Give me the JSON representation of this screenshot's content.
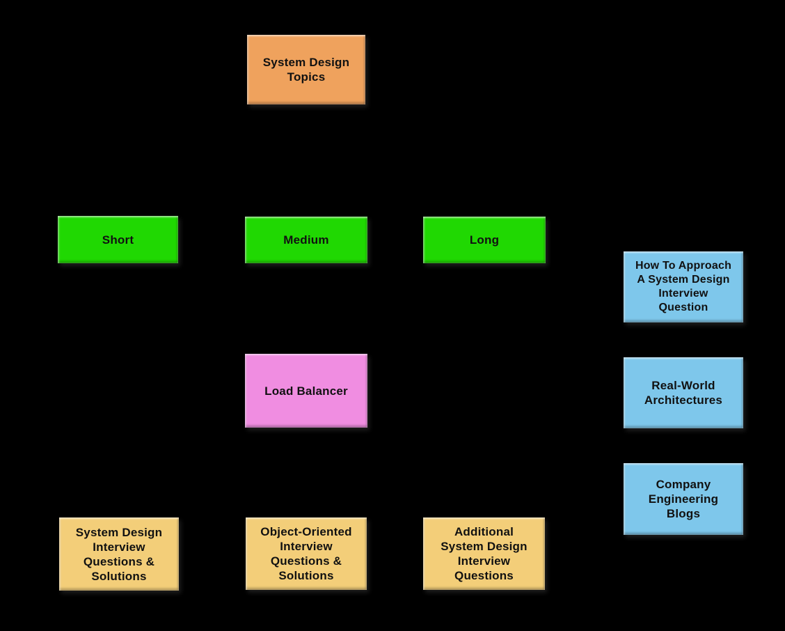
{
  "diagram": {
    "background_color": "#000000",
    "text_color": "#111111",
    "node_colors": {
      "root_orange": "#EFA25D",
      "length_green": "#20D802",
      "load_balancer_pink": "#F08DE1",
      "resource_blue": "#7EC7EB",
      "questions_yellow": "#F3CE79"
    },
    "nodes": [
      {
        "id": "system-design-topics",
        "label": "System Design\nTopics",
        "fill": "#EFA25D"
      },
      {
        "id": "short",
        "label": "Short",
        "fill": "#20D802"
      },
      {
        "id": "medium",
        "label": "Medium",
        "fill": "#20D802"
      },
      {
        "id": "long",
        "label": "Long",
        "fill": "#20D802"
      },
      {
        "id": "load-balancer",
        "label": "Load Balancer",
        "fill": "#F08DE1"
      },
      {
        "id": "how-to-approach",
        "label": "How To Approach\nA System Design\nInterview\nQuestion",
        "fill": "#7EC7EB"
      },
      {
        "id": "real-world-architectures",
        "label": "Real-World\nArchitectures",
        "fill": "#7EC7EB"
      },
      {
        "id": "company-engineering-blogs",
        "label": "Company\nEngineering\nBlogs",
        "fill": "#7EC7EB"
      },
      {
        "id": "system-design-interview-questions",
        "label": "System Design\nInterview\nQuestions &\nSolutions",
        "fill": "#F3CE79"
      },
      {
        "id": "object-oriented-interview-questions",
        "label": "Object-Oriented\nInterview\nQuestions &\nSolutions",
        "fill": "#F3CE79"
      },
      {
        "id": "additional-system-design-interview-questions",
        "label": "Additional\nSystem Design\nInterview\nQuestions",
        "fill": "#F3CE79"
      }
    ]
  }
}
